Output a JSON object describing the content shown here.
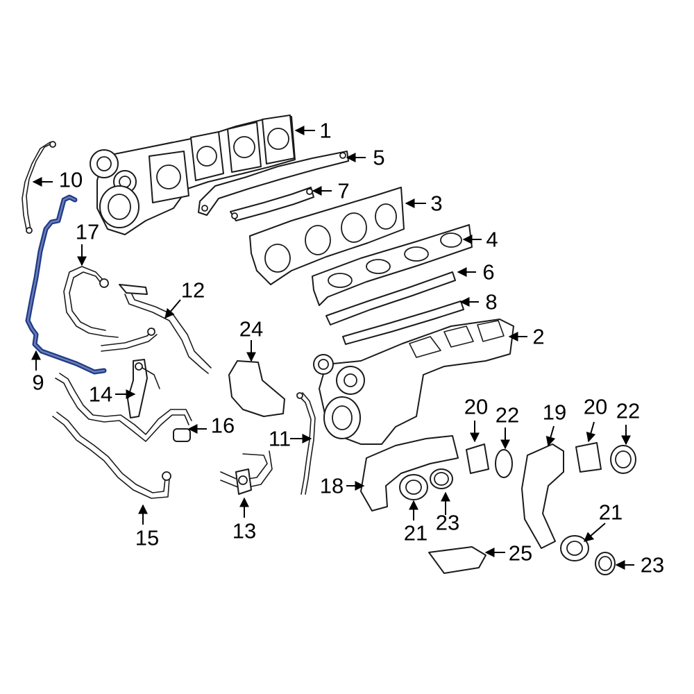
{
  "highlight_color": "#1f3a8a",
  "callouts": [
    {
      "id": "c1",
      "text": "1"
    },
    {
      "id": "c2",
      "text": "2"
    },
    {
      "id": "c3",
      "text": "3"
    },
    {
      "id": "c4",
      "text": "4"
    },
    {
      "id": "c5",
      "text": "5"
    },
    {
      "id": "c6",
      "text": "6"
    },
    {
      "id": "c7",
      "text": "7"
    },
    {
      "id": "c8",
      "text": "8"
    },
    {
      "id": "c9",
      "text": "9"
    },
    {
      "id": "c10",
      "text": "10"
    },
    {
      "id": "c11",
      "text": "11"
    },
    {
      "id": "c12",
      "text": "12"
    },
    {
      "id": "c13",
      "text": "13"
    },
    {
      "id": "c14",
      "text": "14"
    },
    {
      "id": "c15",
      "text": "15"
    },
    {
      "id": "c16",
      "text": "16"
    },
    {
      "id": "c17",
      "text": "17"
    },
    {
      "id": "c18",
      "text": "18"
    },
    {
      "id": "c19",
      "text": "19"
    },
    {
      "id": "c20a",
      "text": "20"
    },
    {
      "id": "c20b",
      "text": "20"
    },
    {
      "id": "c21a",
      "text": "21"
    },
    {
      "id": "c21b",
      "text": "21"
    },
    {
      "id": "c22a",
      "text": "22"
    },
    {
      "id": "c22b",
      "text": "22"
    },
    {
      "id": "c23a",
      "text": "23"
    },
    {
      "id": "c23b",
      "text": "23"
    },
    {
      "id": "c24",
      "text": "24"
    },
    {
      "id": "c25",
      "text": "25"
    }
  ]
}
